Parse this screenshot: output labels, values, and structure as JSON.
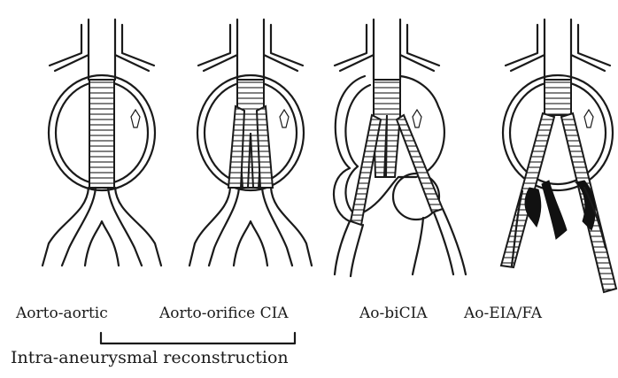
{
  "diagram": {
    "panels": [
      {
        "id": "aorto-aortic",
        "label": "Aorto-aortic"
      },
      {
        "id": "aorto-orifice-cia",
        "label": "Aorto-orifice CIA"
      },
      {
        "id": "ao-bicia",
        "label": "Ao-biCIA"
      },
      {
        "id": "ao-eia-fa",
        "label": "Ao-EIA/FA"
      }
    ],
    "bracket_label": "Intra-aneurysmal reconstruction",
    "ink_color": "#1a1a1a"
  }
}
